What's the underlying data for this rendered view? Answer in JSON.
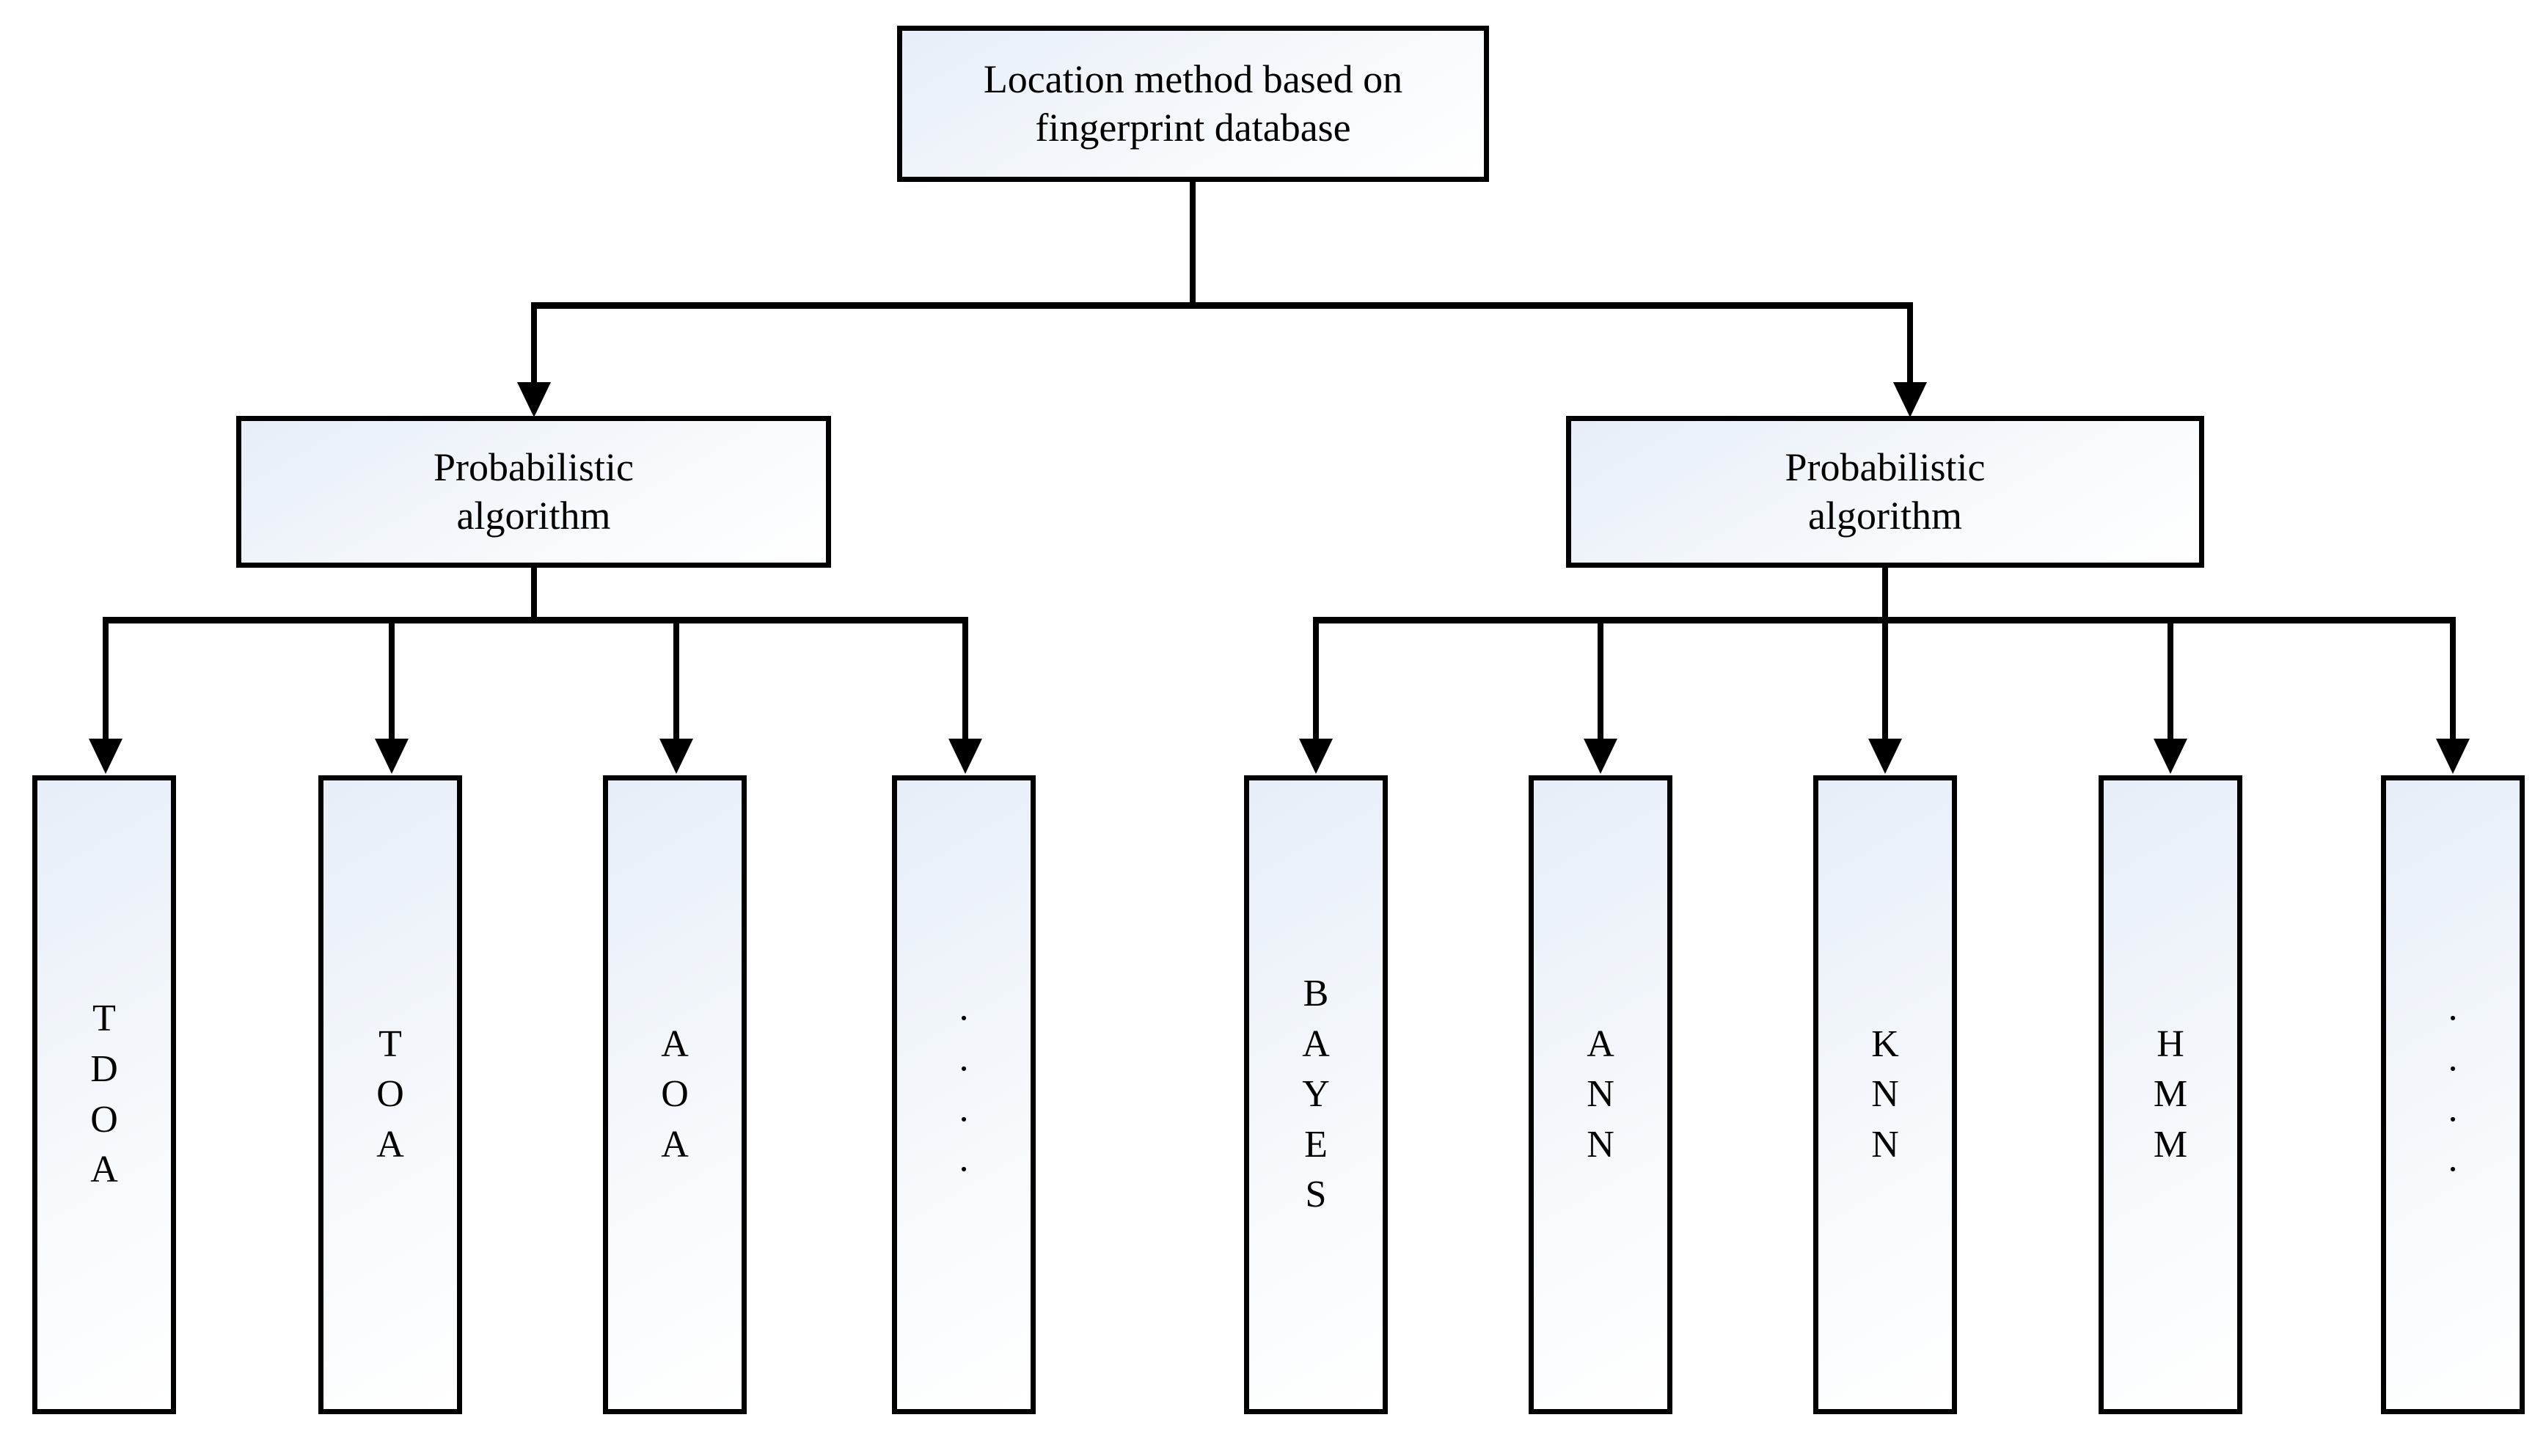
{
  "diagram": {
    "type": "hierarchy-tree",
    "root": {
      "label": "Location method based on\nfingerprint database"
    },
    "branches": [
      {
        "label": "Probabilistic\nalgorithm",
        "leaves": [
          {
            "name": "tdoa",
            "text": "TDOA",
            "letters": [
              "T",
              "D",
              "O",
              "A"
            ]
          },
          {
            "name": "toa",
            "text": "TOA",
            "letters": [
              "T",
              "O",
              "A"
            ]
          },
          {
            "name": "aoa",
            "text": "AOA",
            "letters": [
              "A",
              "O",
              "A"
            ]
          },
          {
            "name": "ellipsis-left",
            "text": "....",
            "letters": [
              "·",
              "·",
              "·",
              "·"
            ]
          }
        ]
      },
      {
        "label": "Probabilistic\nalgorithm",
        "leaves": [
          {
            "name": "bayes",
            "text": "BAYES",
            "letters": [
              "B",
              "A",
              "Y",
              "E",
              "S"
            ]
          },
          {
            "name": "ann",
            "text": "ANN",
            "letters": [
              "A",
              "N",
              "N"
            ]
          },
          {
            "name": "knn",
            "text": "KNN",
            "letters": [
              "K",
              "N",
              "N"
            ]
          },
          {
            "name": "hmm",
            "text": "HMM",
            "letters": [
              "H",
              "M",
              "M"
            ]
          },
          {
            "name": "ellipsis-right",
            "text": "....",
            "letters": [
              "·",
              "·",
              "·",
              "·"
            ]
          }
        ]
      }
    ],
    "colors": {
      "border": "#000000",
      "fill_light": "#ffffff",
      "fill_tint": "#e7eef8",
      "text": "#000000"
    }
  }
}
